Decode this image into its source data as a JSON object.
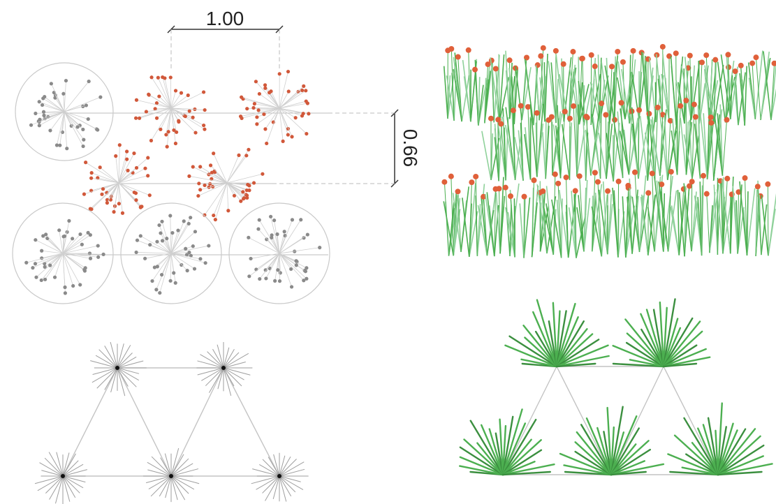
{
  "dimensions": {
    "horizontal_label": "1.00",
    "vertical_label": "0.66"
  },
  "colors": {
    "background": "#ffffff",
    "grey_dot": "#8a8a8a",
    "grey_line": "#bdbdbd",
    "orange_dot": "#d1583a",
    "orange_stem": "#b9b9b9",
    "leaf_green": "#4caf50",
    "leaf_light_green": "#8fd19a",
    "flower_orange": "#e0603a",
    "burst_grey": "#9e9e9e",
    "dim_line": "#333333"
  },
  "panels": [
    {
      "id": "plan-circles",
      "description_key": "plan"
    },
    {
      "id": "elevation-flowers",
      "description_key": "elevation"
    },
    {
      "id": "plan-bursts",
      "description_key": "burst"
    },
    {
      "id": "elevation-fans",
      "description_key": "fan"
    }
  ]
}
